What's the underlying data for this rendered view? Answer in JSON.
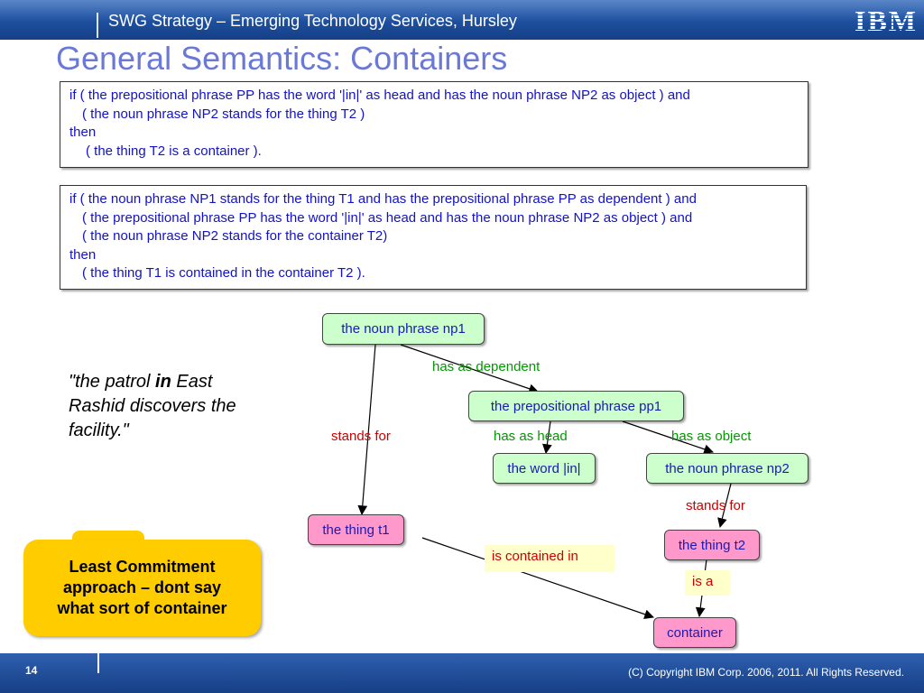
{
  "header": {
    "title": "SWG Strategy – Emerging Technology Services, Hursley",
    "logo_text": "IBM"
  },
  "page_title": "General Semantics: Containers",
  "rule1": {
    "lines": [
      "if  ( the prepositional phrase PP has the word '|in|' as head and has the noun phrase NP2 as object ) and",
      "( the noun phrase NP2 stands for the thing T2 )",
      "then",
      "( the thing T2 is a container )."
    ]
  },
  "rule2": {
    "lines": [
      "if ( the noun phrase NP1 stands for the thing T1 and has the prepositional phrase PP as dependent ) and",
      "( the prepositional phrase PP has the word '|in|' as head and has the noun phrase NP2 as object ) and",
      "( the noun phrase NP2 stands for the container T2)",
      "then",
      "( the thing T1 is contained in the container T2 )."
    ]
  },
  "quote": {
    "before": "\"the patrol ",
    "emphasis": "in",
    "after": " East Rashid discovers the facility.\""
  },
  "callout": {
    "text": "Least Commitment approach – dont say what sort of container"
  },
  "diagram": {
    "nodes": {
      "np1": "the noun phrase np1",
      "pp1": "the prepositional phrase pp1",
      "word_in": "the word |in|",
      "np2": "the noun phrase np2",
      "t1": "the thing t1",
      "t2": "the thing t2",
      "container": "container"
    },
    "edge_labels": {
      "has_as_dependent": "has as dependent",
      "stands_for_1": "stands for",
      "has_as_head": "has as head",
      "has_as_object": "has as object",
      "stands_for_2": "stands for",
      "is_contained_in": "is contained in",
      "is_a": "is a"
    },
    "colors": {
      "relation_green": "#009900",
      "relation_red": "#cc0000",
      "node_green": "#ccffcc",
      "node_pink": "#ff99cc"
    }
  },
  "footer": {
    "page_number": "14",
    "copyright": "(C) Copyright IBM Corp. 2006, 2011. All Rights Reserved."
  }
}
